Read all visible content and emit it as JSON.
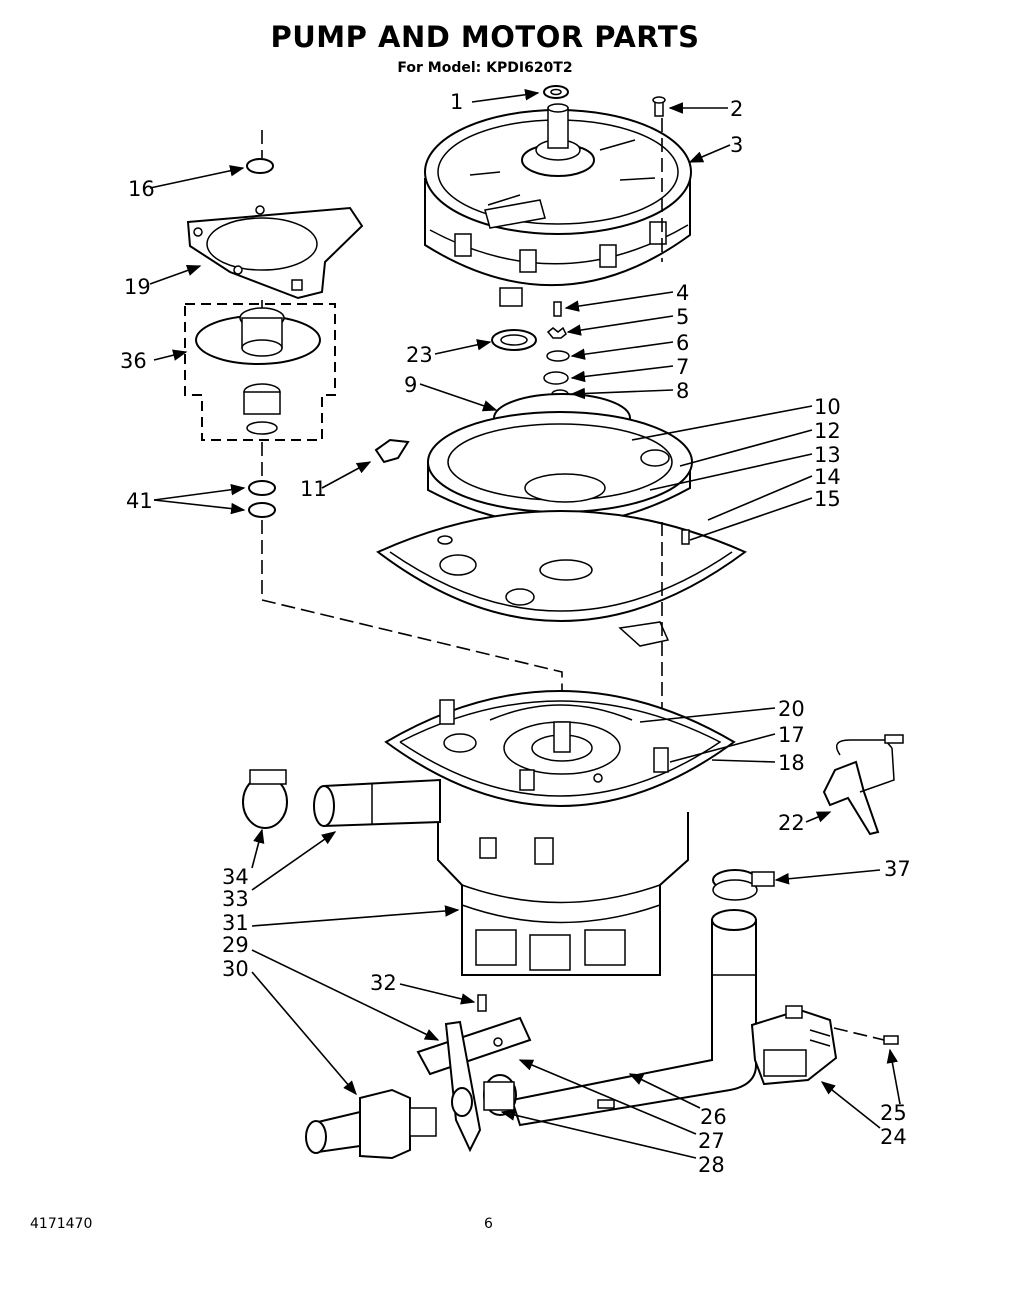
{
  "header": {
    "title": "PUMP AND MOTOR PARTS",
    "subtitle": "For Model: KPDI620T2"
  },
  "footer": {
    "doc_number": "4171470",
    "page_number": "6"
  },
  "callouts": [
    "1",
    "2",
    "3",
    "4",
    "5",
    "6",
    "7",
    "8",
    "9",
    "10",
    "11",
    "12",
    "13",
    "14",
    "15",
    "16",
    "17",
    "18",
    "19",
    "20",
    "22",
    "23",
    "24",
    "25",
    "26",
    "27",
    "28",
    "29",
    "30",
    "31",
    "32",
    "33",
    "34",
    "36",
    "37",
    "41"
  ]
}
